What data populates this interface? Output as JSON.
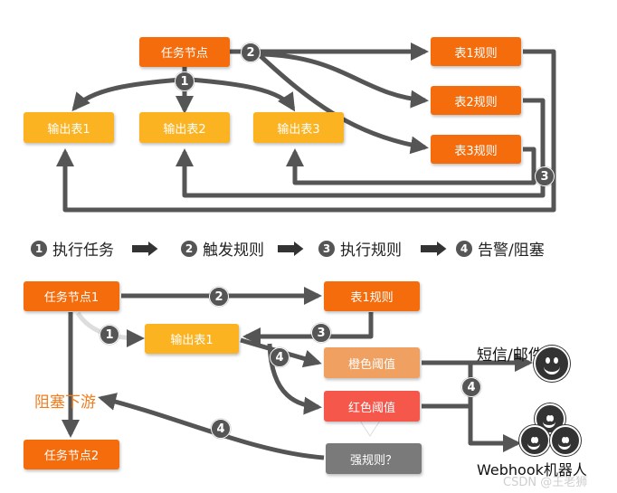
{
  "top": {
    "task_node": "任务节点",
    "outputs": [
      "输出表1",
      "输出表2",
      "输出表3"
    ],
    "rules": [
      "表1规则",
      "表2规则",
      "表3规则"
    ],
    "badges": [
      "1",
      "2",
      "3"
    ]
  },
  "steps": [
    {
      "num": "1",
      "label": "执行任务"
    },
    {
      "num": "2",
      "label": "触发规则"
    },
    {
      "num": "3",
      "label": "执行规则"
    },
    {
      "num": "4",
      "label": "告警/阻塞"
    }
  ],
  "bottom": {
    "task_node1": "任务节点1",
    "task_node2": "任务节点2",
    "rule1": "表1规则",
    "output1": "输出表1",
    "orange_threshold": "橙色阈值",
    "red_threshold": "红色阈值",
    "strong_rule": "强规则？",
    "block_downstream": "阻塞下游",
    "sms_mail": "短信/邮件",
    "webhook": "Webhook机器人",
    "badges": [
      "1",
      "2",
      "3",
      "4",
      "4",
      "4"
    ]
  },
  "watermark": "CSDN @王老狮",
  "colors": {
    "orange": "#f56c0c",
    "yellow": "#fbb322",
    "peach": "#f0a060",
    "red": "#f5574b",
    "gray": "#7a7a7a",
    "arrow": "#555555",
    "block_text": "#f07d1e"
  },
  "icons": [
    "smiley-icon",
    "robot-group-icon",
    "step-arrow-icon"
  ]
}
